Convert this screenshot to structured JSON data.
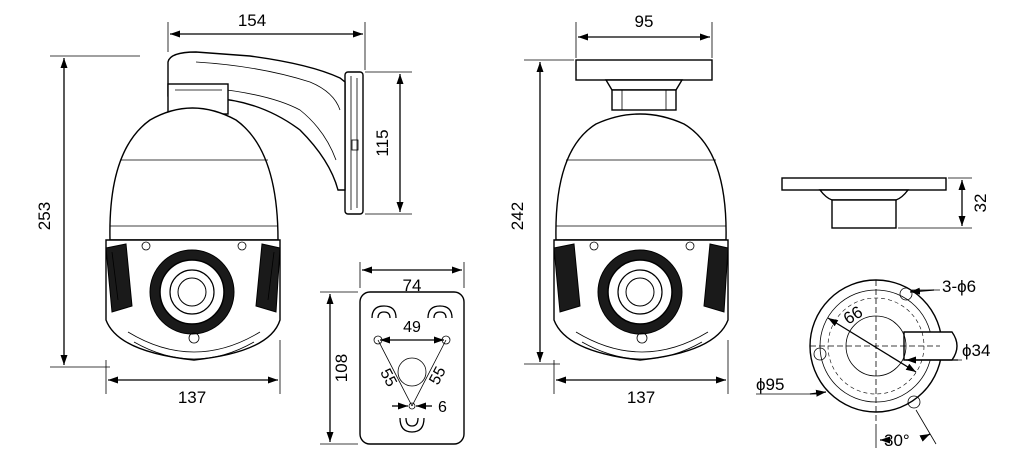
{
  "dimensions": {
    "side_arm_width": "154",
    "side_height": "253",
    "side_bottom_width": "137",
    "mount_height": "115",
    "plate_width": "74",
    "plate_height": "108",
    "plate_hole_spacing": "49",
    "plate_diag_left": "55",
    "plate_diag_right": "55",
    "plate_center_gap": "6",
    "front_top_width": "95",
    "front_height": "242",
    "front_bottom_width": "137",
    "base_height": "32",
    "base_holes": "3-ϕ6",
    "base_bolt_circle": "66",
    "base_inner_dia": "ϕ34",
    "base_outer_dia": "ϕ95",
    "base_angle": "30°"
  }
}
